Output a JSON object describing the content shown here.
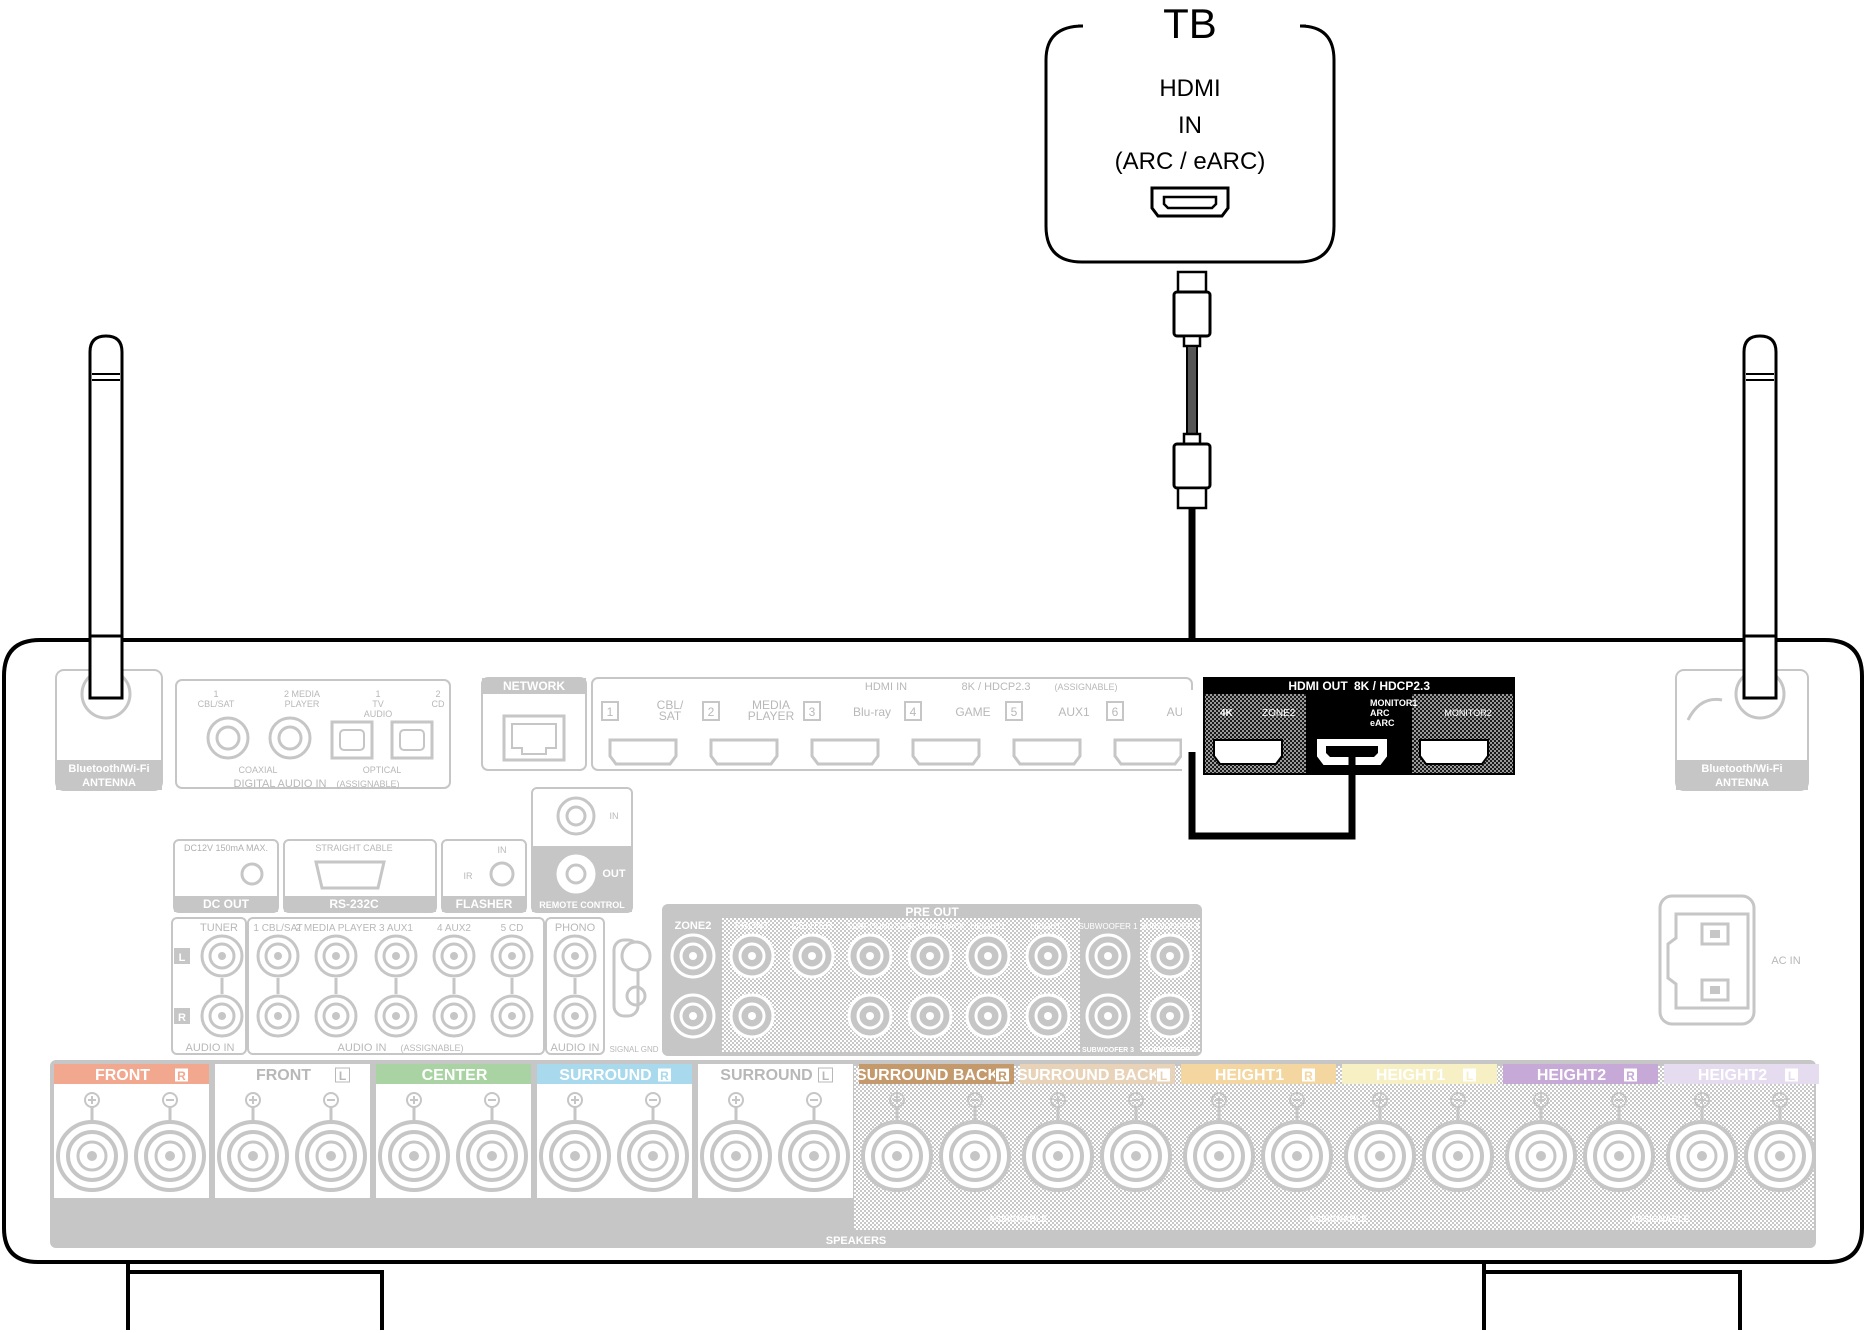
{
  "tv": {
    "title": "TB",
    "lines": [
      "HDMI",
      "IN",
      "(ARC / eARC)"
    ]
  },
  "antenna": {
    "left_label": [
      "Bluetooth/Wi-Fi",
      "ANTENNA"
    ],
    "right_label": [
      "Bluetooth/Wi-Fi",
      "ANTENNA"
    ]
  },
  "digital_audio": {
    "coax_labels": [
      "1",
      "CBL/SAT",
      "2 MEDIA",
      "PLAYER"
    ],
    "optical_labels": [
      "1",
      "TV",
      "AUDIO",
      "2",
      "CD"
    ],
    "coaxial": "COAXIAL",
    "optical": "OPTICAL",
    "group": "DIGITAL AUDIO IN",
    "assignable": "(ASSIGNABLE)"
  },
  "network": "NETWORK",
  "hdmi_in": {
    "header": "HDMI IN",
    "spec": "8K / HDCP2.3",
    "assignable": "(ASSIGNABLE)",
    "ports": [
      {
        "num": "1",
        "label": "CBL/",
        "label2": "SAT"
      },
      {
        "num": "2",
        "label": "MEDIA",
        "label2": "PLAYER"
      },
      {
        "num": "3",
        "label": "Blu-ray",
        "label2": ""
      },
      {
        "num": "4",
        "label": "GAME",
        "label2": ""
      },
      {
        "num": "5",
        "label": "AUX1",
        "label2": ""
      },
      {
        "num": "6",
        "label": "AU",
        "label2": ""
      }
    ]
  },
  "hdmi_out": {
    "header": "HDMI OUT",
    "spec": "8K / HDCP2.3",
    "port_labels": [
      "4K",
      "ZONE2",
      "MONITOR1",
      "ARC",
      "eARC",
      "MONITOR2"
    ]
  },
  "dc_out": {
    "spec": "DC12V 150mA MAX.",
    "label": "DC OUT"
  },
  "rs232c": {
    "cable": "STRAIGHT CABLE",
    "label": "RS-232C"
  },
  "flasher": {
    "in": "IN",
    "ir": "IR",
    "label": "FLASHER"
  },
  "remote_control": {
    "in": "IN",
    "out": "OUT",
    "label": "REMOTE CONTROL"
  },
  "audio_in": {
    "tuner": "TUNER",
    "inputs": [
      "1 CBL/SAT",
      "2 MEDIA PLAYER",
      "3 AUX1",
      "4 AUX2",
      "5 CD"
    ],
    "phono": "PHONO",
    "l": "L",
    "r": "R",
    "label_left": "AUDIO IN",
    "label_main": "AUDIO IN",
    "assignable": "(ASSIGNABLE)",
    "label_phono": "AUDIO IN",
    "signal_gnd": "SIGNAL GND"
  },
  "pre_out": {
    "header": "PRE OUT",
    "zone2": "ZONE2",
    "channels": [
      "FRONT",
      "CENTER",
      "SURROUND",
      "SURROUND BACK",
      "HEIGHT1",
      "HEIGHT2",
      "SUBWOOFER 1",
      "SUBWOOFER 2"
    ],
    "sub_bottom": [
      "SUBWOOFER 3",
      "SUBWOOFER 4"
    ]
  },
  "ac_in": "AC IN",
  "speakers": {
    "label": "SPEAKERS",
    "assignable": "ASSIGNABLE",
    "groups": [
      {
        "name": "FRONT",
        "side": "R",
        "color": "#f2a78f"
      },
      {
        "name": "FRONT",
        "side": "L",
        "color": "#ffffff"
      },
      {
        "name": "CENTER",
        "side": "",
        "color": "#a9d3a2"
      },
      {
        "name": "SURROUND",
        "side": "R",
        "color": "#a8d9ec"
      },
      {
        "name": "SURROUND",
        "side": "L",
        "color": "#ffffff"
      },
      {
        "name": "SURROUND BACK",
        "side": "R",
        "color": "#c49a6c"
      },
      {
        "name": "SURROUND BACK",
        "side": "L",
        "color": "#e8d3b8"
      },
      {
        "name": "HEIGHT1",
        "side": "R",
        "color": "#f3d6a0"
      },
      {
        "name": "HEIGHT1",
        "side": "L",
        "color": "#f7f0c4"
      },
      {
        "name": "HEIGHT2",
        "side": "R",
        "color": "#c6a9d6"
      },
      {
        "name": "HEIGHT2",
        "side": "L",
        "color": "#e6dcef"
      }
    ]
  }
}
